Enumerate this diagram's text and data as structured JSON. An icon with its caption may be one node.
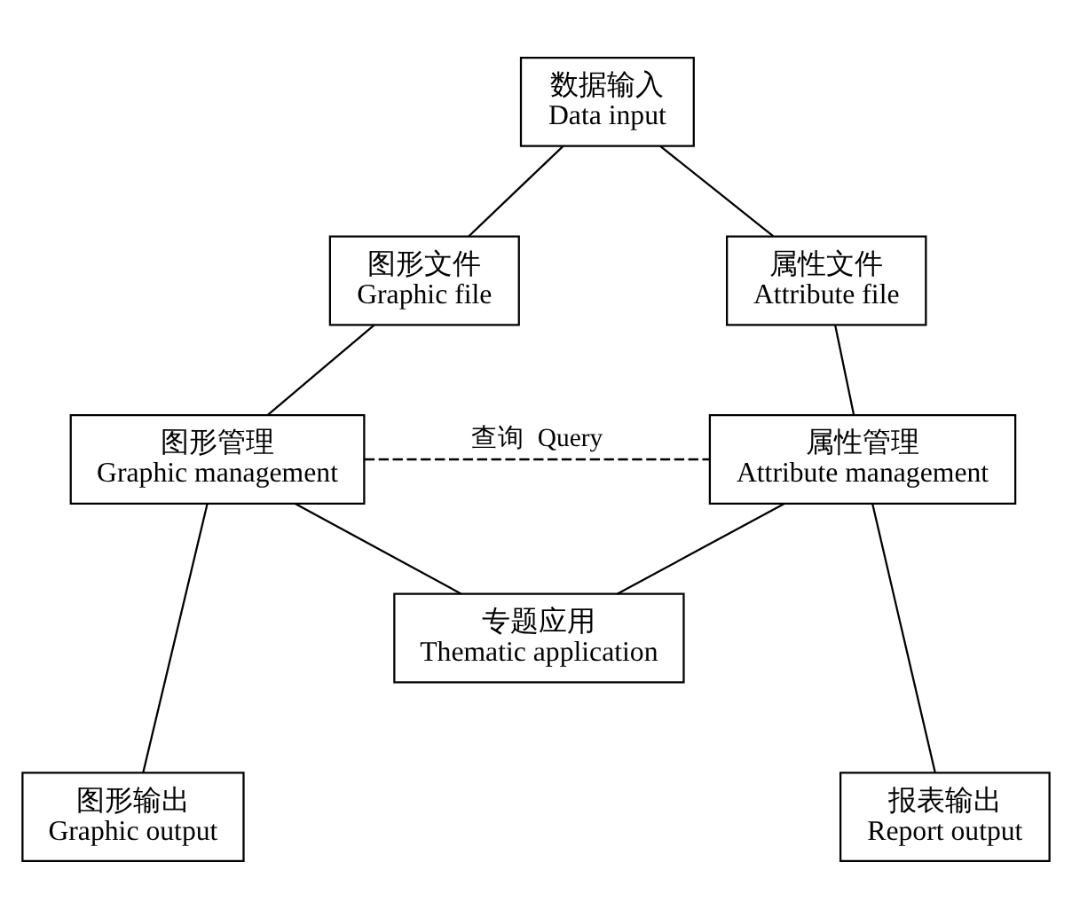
{
  "diagram": {
    "nodes": [
      {
        "text": [
          "数据输入",
          "Data input"
        ]
      },
      {
        "text": [
          "图形文件",
          "Graphic file"
        ]
      },
      {
        "text": [
          "属性文件",
          "Attribute file"
        ]
      },
      {
        "text": [
          "图形管理",
          "Graphic management"
        ]
      },
      {
        "text": [
          "属性管理",
          "Attribute management"
        ]
      },
      {
        "text": [
          "专题应用",
          "Thematic application"
        ]
      },
      {
        "text": [
          "图形输出",
          "Graphic output"
        ]
      },
      {
        "text": [
          "报表输出",
          "Report output"
        ]
      }
    ],
    "edges": [
      {
        "from": 0,
        "to": 1,
        "arrow": "none"
      },
      {
        "from": 0,
        "to": 2,
        "arrow": "none"
      },
      {
        "from": 1,
        "to": 3,
        "arrow": "none"
      },
      {
        "from": 2,
        "to": 4,
        "arrow": "none"
      },
      {
        "from": 3,
        "to": 4,
        "arrow": "none",
        "style": "dashed",
        "label": "查询  Query"
      },
      {
        "from": 3,
        "to": 5,
        "arrow": "none"
      },
      {
        "from": 4,
        "to": 5,
        "arrow": "none"
      },
      {
        "from": 3,
        "to": 6,
        "arrow": "none"
      },
      {
        "from": 4,
        "to": 7,
        "arrow": "none"
      }
    ]
  }
}
